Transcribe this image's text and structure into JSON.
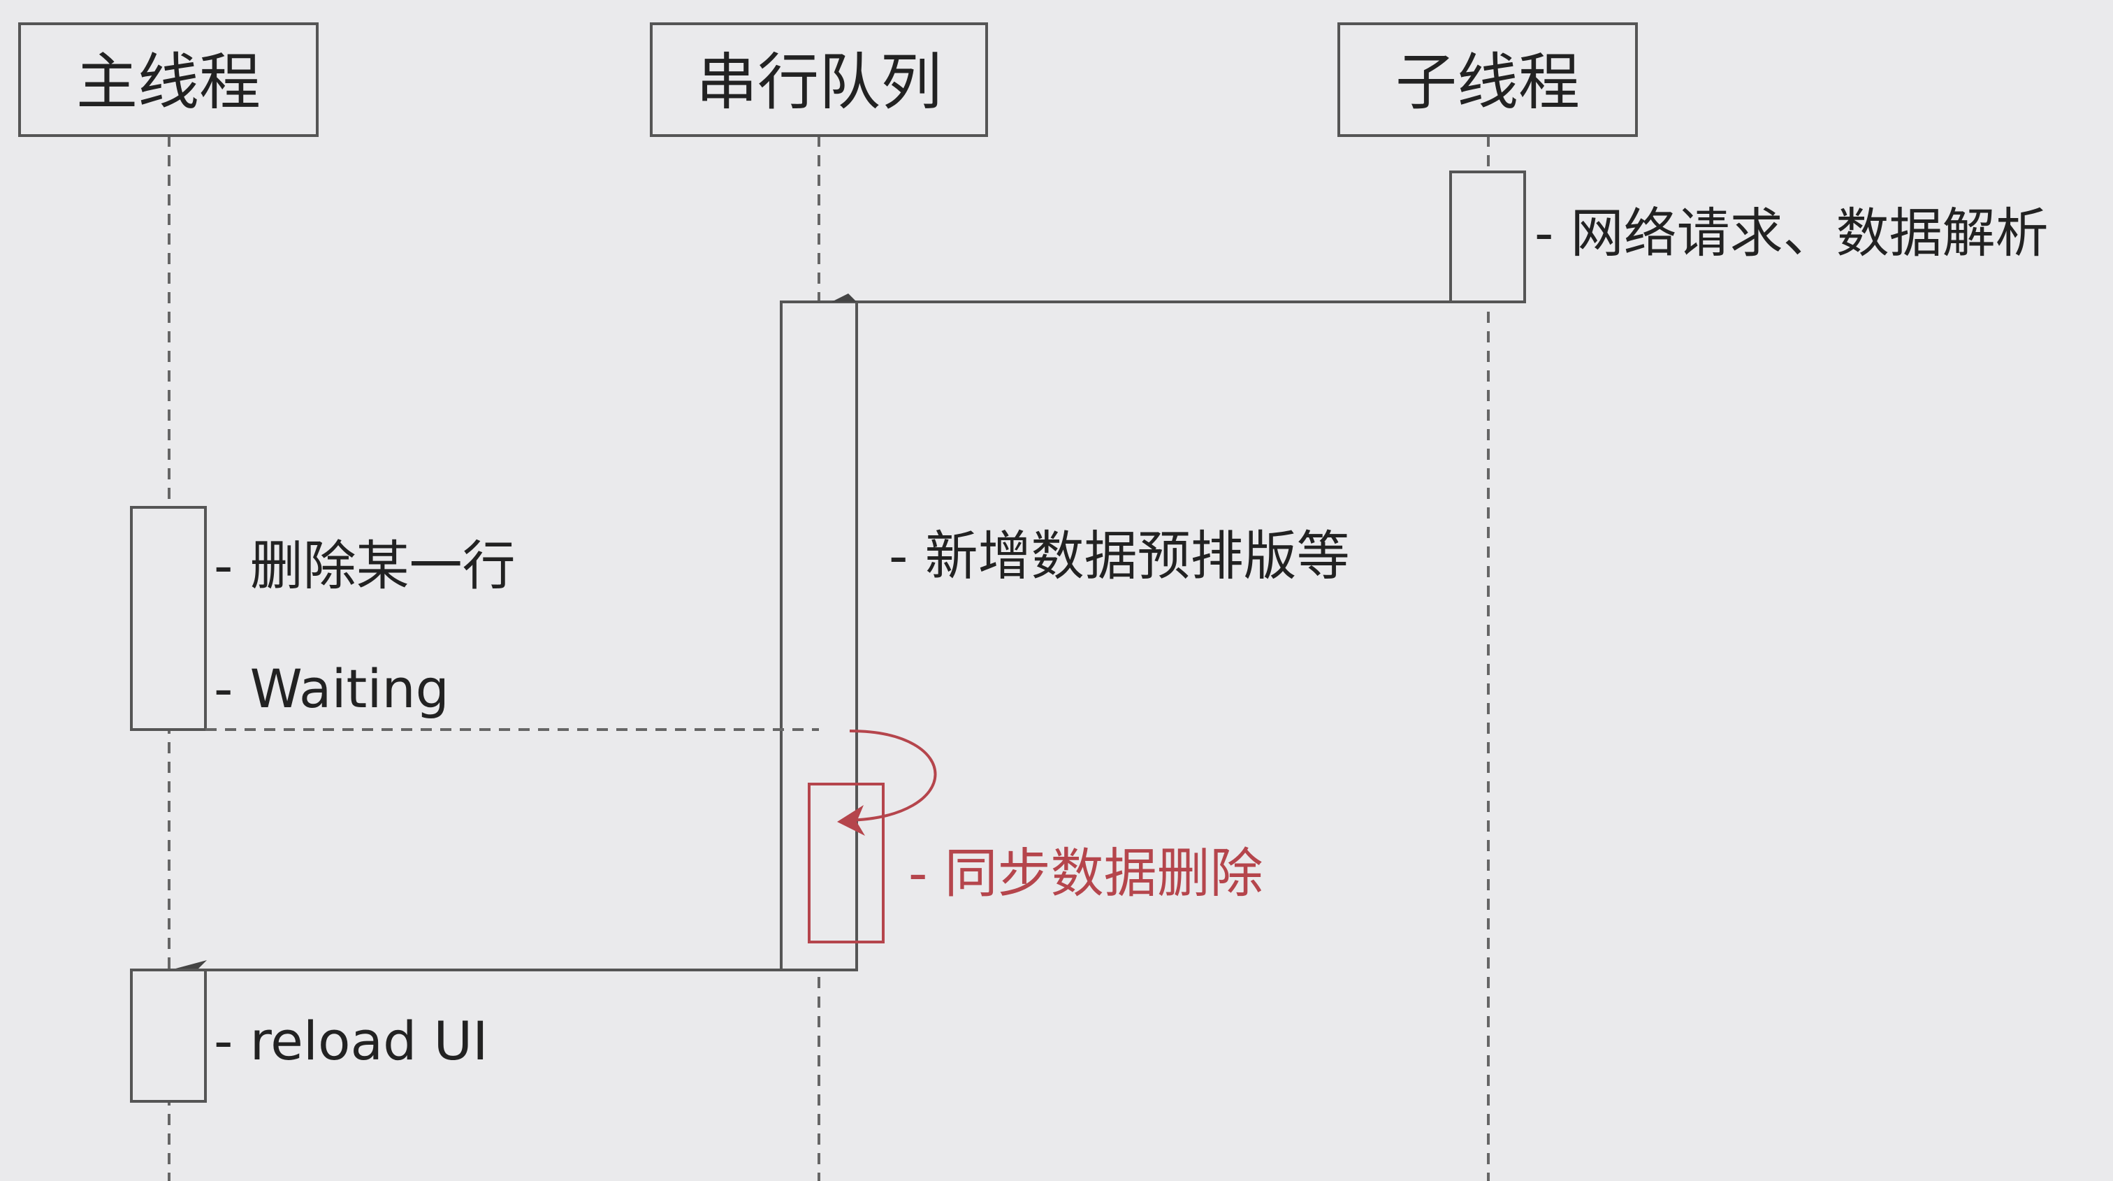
{
  "participants": {
    "main_thread": "主线程",
    "serial_queue": "串行队列",
    "sub_thread": "子线程"
  },
  "notes": {
    "network_parse": "- 网络请求、数据解析",
    "preformat": "- 新增数据预排版等",
    "delete_row": "- 删除某一行",
    "waiting": "- Waiting",
    "sync_delete": "- 同步数据删除",
    "reload_ui": "- reload UI"
  },
  "colors": {
    "background": "#EAEAEC",
    "line": "#555555",
    "text": "#222222",
    "highlight": "#B5454C"
  }
}
